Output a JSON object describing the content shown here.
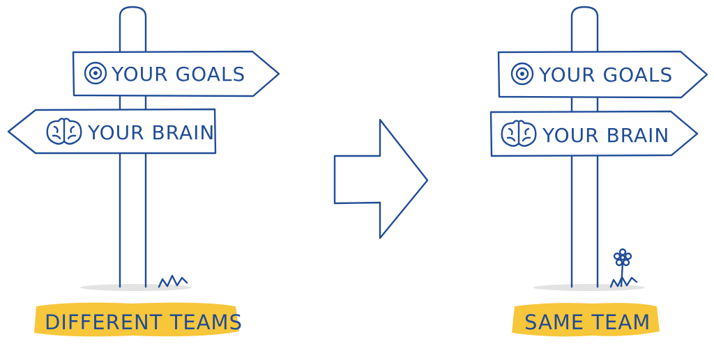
{
  "colors": {
    "ink": "#1f4c97",
    "highlight": "#f7c63a",
    "ground": "#d9d9d9"
  },
  "left_panel": {
    "goals_sign": {
      "label": "YOUR GOALS",
      "icon": "target-icon",
      "direction": "right"
    },
    "brain_sign": {
      "label": "YOUR BRAIN",
      "icon": "brain-icon",
      "direction": "left"
    },
    "caption": "DIFFERENT TEAMS"
  },
  "transition_arrow": {
    "icon": "arrow-right-icon"
  },
  "right_panel": {
    "goals_sign": {
      "label": "YOUR GOALS",
      "icon": "target-icon",
      "direction": "right"
    },
    "brain_sign": {
      "label": "YOUR BRAIN",
      "icon": "brain-icon",
      "direction": "right"
    },
    "caption": "SAME TEAM",
    "decoration": "flower-icon"
  }
}
